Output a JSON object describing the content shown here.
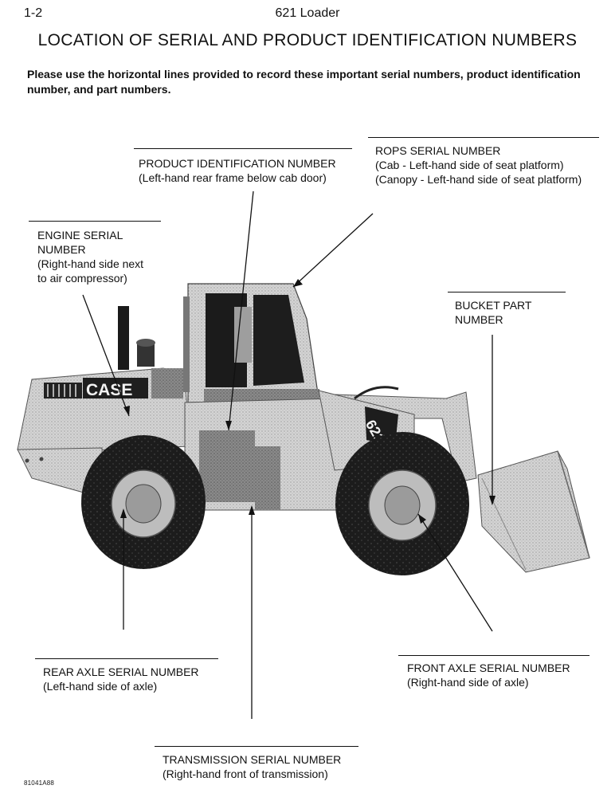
{
  "header": {
    "page_number": "1-2",
    "machine": "621 Loader"
  },
  "title": "LOCATION OF SERIAL AND PRODUCT IDENTIFICATION NUMBERS",
  "intro": "Please use the horizontal lines provided to record these important serial numbers, product identification number, and part numbers.",
  "labels": {
    "product_id": {
      "name": "PRODUCT IDENTIFICATION NUMBER",
      "desc": "(Left-hand rear frame below cab door)"
    },
    "rops": {
      "name": "ROPS SERIAL NUMBER",
      "desc1": "(Cab - Left-hand side of seat platform)",
      "desc2": "(Canopy - Left-hand side of seat platform)"
    },
    "engine": {
      "name1": "ENGINE SERIAL",
      "name2": "NUMBER",
      "desc1": "(Right-hand side next",
      "desc2": "to air compressor)"
    },
    "bucket": {
      "name1": "BUCKET PART",
      "name2": "NUMBER"
    },
    "rear_axle": {
      "name": "REAR AXLE SERIAL NUMBER",
      "desc": "(Left-hand side of axle)"
    },
    "front_axle": {
      "name": "FRONT AXLE SERIAL NUMBER",
      "desc": "(Right-hand side of axle)"
    },
    "transmission": {
      "name": "TRANSMISSION SERIAL NUMBER",
      "desc": "(Right-hand front of transmission)"
    }
  },
  "machine_markings": {
    "brand": "CASE",
    "model_decal": "621"
  },
  "figure_id": "81041A88"
}
